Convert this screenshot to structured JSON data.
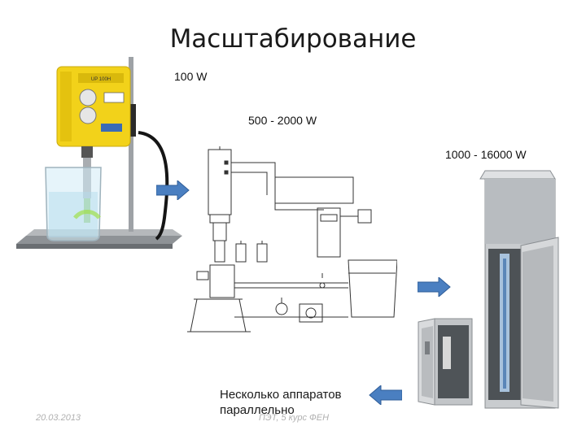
{
  "title": "Масштабирование",
  "labels": {
    "power_small": "100 W",
    "power_medium": "500 - 2000 W",
    "power_large": "1000 - 16000 W"
  },
  "caption": {
    "line1": "Несколько аппаратов",
    "line2": "параллельно"
  },
  "footer": {
    "date": "20.03.2013",
    "author": "ПЭТ, 5 курс ФЕН"
  },
  "device_label": "UP 100H",
  "colors": {
    "arrow": "#4a7fc1",
    "device_yellow": "#f2d21a",
    "cabinet_steel": "#c9cccf"
  },
  "icons": [
    "arrow-right-icon",
    "arrow-left-icon"
  ]
}
